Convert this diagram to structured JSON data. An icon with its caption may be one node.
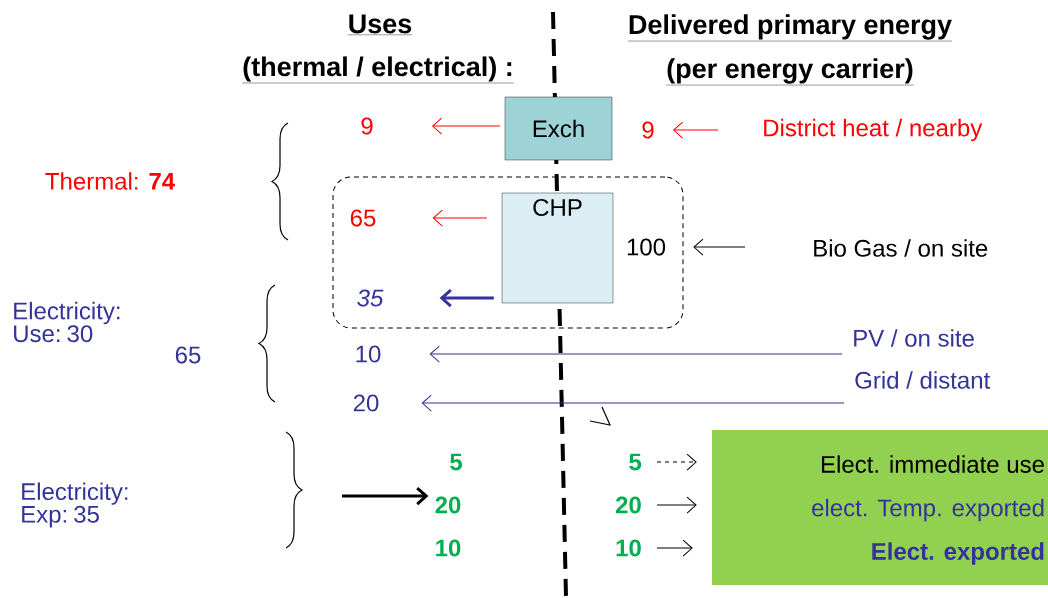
{
  "diagram": {
    "nodes": [
      {
        "text": [
          "Exch"
        ]
      },
      {
        "text": [],
        "shape": "box"
      },
      {
        "text": [
          "CHP"
        ],
        "in": 1
      },
      {
        "text": [
          "9"
        ]
      },
      {
        "text": [
          "65"
        ],
        "in": 1
      },
      {
        "text": [
          "35"
        ],
        "in": 1
      },
      {
        "text": [
          "10"
        ]
      },
      {
        "text": [
          "20"
        ]
      },
      {
        "text": [
          "9"
        ]
      },
      {
        "text": [
          "100"
        ],
        "in": 1
      },
      {
        "text": [
          "District heat / nearby"
        ]
      },
      {
        "text": [
          "Bio Gas / on site"
        ]
      },
      {
        "text": [
          "PV / on site"
        ]
      },
      {
        "text": [
          "Grid / distant"
        ]
      },
      {
        "text": [
          "Elect. immediate use",
          "elect.  Temp. exported",
          "Elect. exported"
        ]
      },
      {
        "text": [
          "5"
        ]
      },
      {
        "text": [
          "20"
        ]
      },
      {
        "text": [
          "10"
        ]
      },
      {
        "text": [
          "5"
        ]
      },
      {
        "text": [
          "20"
        ]
      },
      {
        "text": [
          "10"
        ]
      }
    ],
    "edges": [
      {
        "from": 0,
        "to": 3,
        "arrow": "to",
        "color": "#ff0000"
      },
      {
        "from": 10,
        "to": 8,
        "arrow": "to",
        "color": "#ff0000"
      },
      {
        "from": 2,
        "to": 4,
        "arrow": "to",
        "color": "#ff0000"
      },
      {
        "from": 2,
        "to": 5,
        "arrow": "to",
        "style": "thick",
        "color": "#333399"
      },
      {
        "from": 11,
        "to": 9,
        "arrow": "to"
      },
      {
        "from": 12,
        "to": 6,
        "arrow": "to",
        "color": "#333399"
      },
      {
        "from": 13,
        "to": 7,
        "arrow": "to",
        "color": "#333399"
      },
      {
        "from": 15,
        "to": 14,
        "arrow": "to",
        "style": "dashed"
      },
      {
        "from": 16,
        "to": 14,
        "arrow": "to"
      },
      {
        "from": 17,
        "to": 14,
        "arrow": "to"
      },
      {
        "from": null,
        "to": 19,
        "arrow": "to",
        "style": "thick"
      }
    ],
    "labels": [
      "Uses",
      "(thermal / electrical) :",
      "Delivered primary energy",
      "(per energy carrier)",
      "Thermal: **74**",
      "Electricity: Use: 30",
      "65",
      "Electricity: Exp:  35"
    ]
  }
}
